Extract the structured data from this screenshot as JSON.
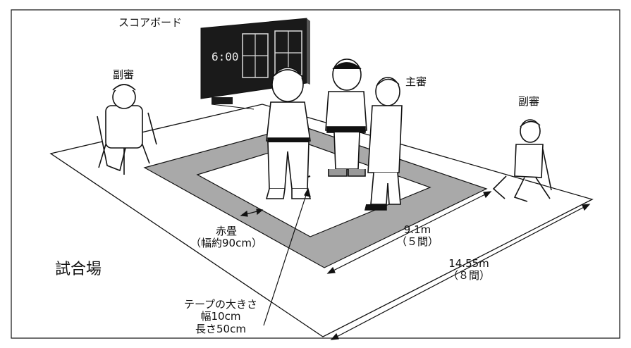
{
  "labels": {
    "scoreboard": "スコアボード",
    "sub_referee_left": "副審",
    "head_referee": "主審",
    "sub_referee_right": "副審",
    "red_mat": "赤畳",
    "red_mat_width": "（幅約90cm）",
    "inner_size": "9.1m",
    "inner_ken": "（５間）",
    "outer_size": "14.55m",
    "outer_ken": "（８間）",
    "venue": "試合場",
    "tape_title": "テープの大きさ",
    "tape_width": "幅10cm",
    "tape_length": "長さ50cm"
  },
  "scoreboard_display": {
    "digits": "6:00"
  },
  "colors": {
    "line": "#111111",
    "mat_red": "#a9a9a9",
    "inner_mat": "#ffffff",
    "board": "#1a1a1a"
  }
}
